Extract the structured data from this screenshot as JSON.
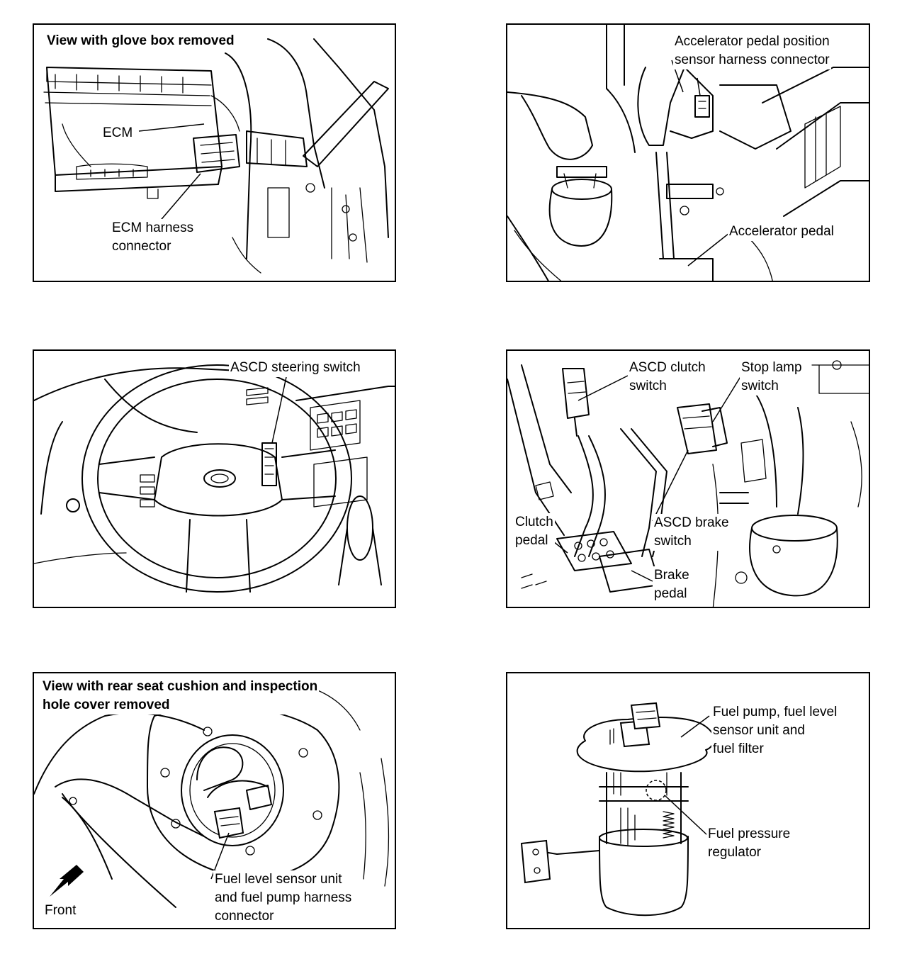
{
  "panels": [
    {
      "header": "View with glove box removed",
      "labels": [
        "ECM",
        "ECM harness\nconnector"
      ]
    },
    {
      "labels": [
        "Accelerator pedal position\nsensor harness connector",
        "Accelerator pedal"
      ]
    },
    {
      "labels": [
        "ASCD steering switch"
      ]
    },
    {
      "labels": [
        "ASCD clutch\nswitch",
        "Stop lamp\nswitch",
        "Clutch\npedal",
        "ASCD brake\nswitch",
        "Brake\npedal"
      ]
    },
    {
      "header": "View with rear seat cushion and inspection\nhole cover removed",
      "labels": [
        "Fuel level sensor unit\nand fuel pump harness\nconnector",
        "Front"
      ],
      "icons": [
        "front-arrow-icon"
      ]
    },
    {
      "labels": [
        "Fuel pump, fuel level\nsensor unit and\nfuel filter",
        "Fuel pressure\nregulator"
      ]
    }
  ]
}
